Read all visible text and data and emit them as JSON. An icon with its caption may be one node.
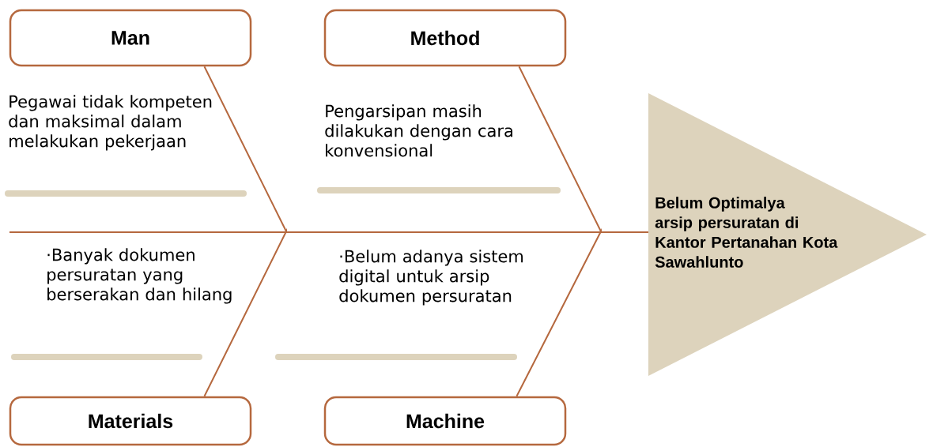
{
  "diagram": {
    "nodes": [
      {
        "text": [
          "Man"
        ]
      },
      {
        "text": [
          "Method"
        ]
      },
      {
        "text": [
          "Materials"
        ]
      },
      {
        "text": [
          "Machine"
        ]
      },
      {
        "text": [
          "Belum Optimalya arsip persuratan di Kantor Pertanahan Kota Sawahlunto"
        ]
      }
    ],
    "edges": [
      {
        "from": null,
        "to": 4,
        "arrow": "none"
      },
      {
        "from": 0,
        "to": 4,
        "arrow": "none"
      },
      {
        "from": 2,
        "to": 4,
        "arrow": "none"
      },
      {
        "from": 1,
        "to": 4,
        "arrow": "none"
      },
      {
        "from": 3,
        "to": 4,
        "arrow": "none"
      }
    ],
    "labels": [
      "Pegawai tidak kompeten dan maksimal dalam melakukan pekerjaan",
      "Pengarsipan masih dilakukan dengan cara konvensional",
      "·Banyak dokumen persuratan yang berserakan dan hilang",
      "·Belum adanya sistem digital untuk arsip dokumen persuratan"
    ]
  }
}
